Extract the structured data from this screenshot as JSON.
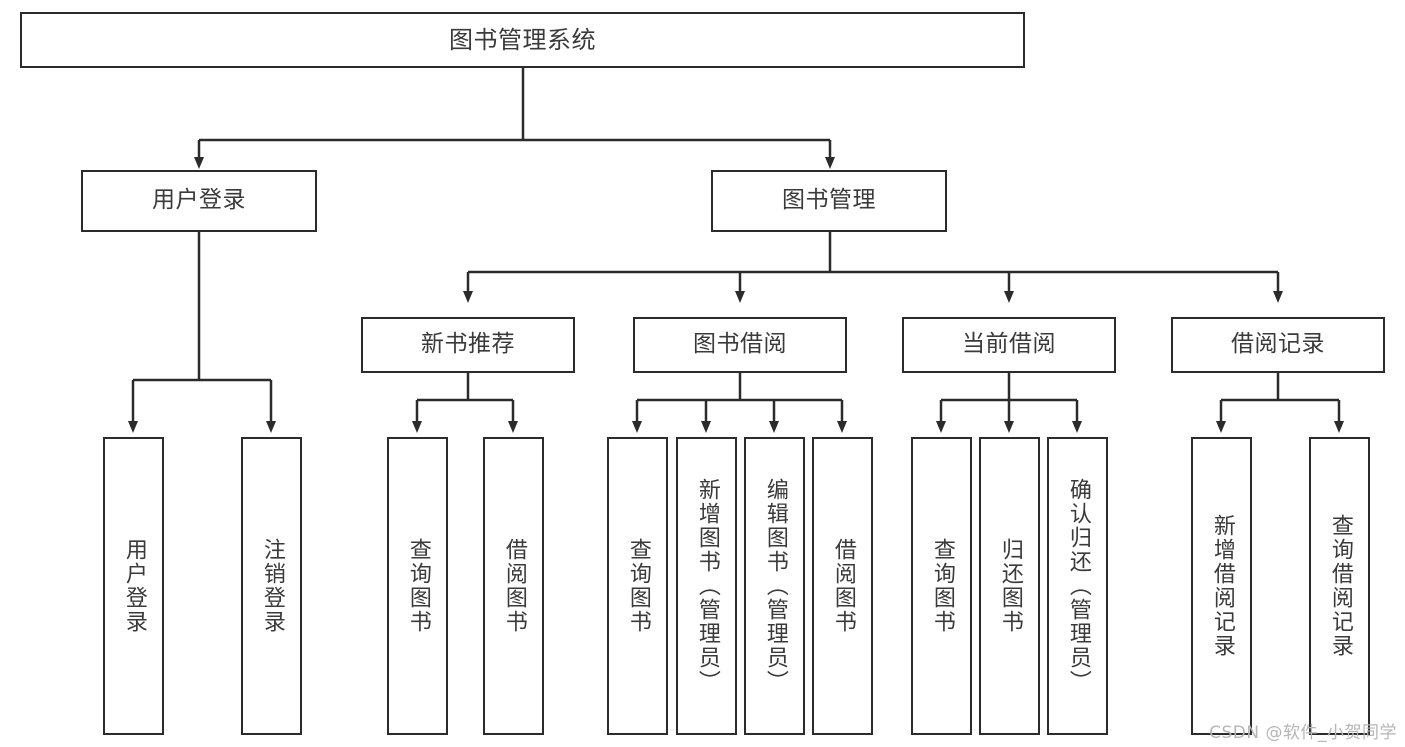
{
  "diagram": {
    "title": "图书管理系统",
    "type": "tree-hierarchy",
    "levels": {
      "root": {
        "label": "图书管理系统"
      },
      "level1": [
        {
          "label": "用户登录"
        },
        {
          "label": "图书管理"
        }
      ],
      "level2": [
        {
          "label": "新书推荐"
        },
        {
          "label": "图书借阅"
        },
        {
          "label": "当前借阅"
        },
        {
          "label": "借阅记录"
        }
      ],
      "leaves": {
        "user_login": [
          {
            "label": "用户登录"
          },
          {
            "label": "注销登录"
          }
        ],
        "new_book_recommend": [
          {
            "label": "查询图书"
          },
          {
            "label": "借阅图书"
          }
        ],
        "book_borrow": [
          {
            "label": "查询图书"
          },
          {
            "label": "新增图书（管理员）"
          },
          {
            "label": "编辑图书（管理员）"
          },
          {
            "label": "借阅图书"
          }
        ],
        "current_borrow": [
          {
            "label": "查询图书"
          },
          {
            "label": "归还图书"
          },
          {
            "label": "确认归还（管理员）"
          }
        ],
        "borrow_records": [
          {
            "label": "新增借阅记录"
          },
          {
            "label": "查询借阅记录"
          }
        ]
      }
    }
  },
  "watermark": {
    "text": "CSDN @软件_小贺同学"
  },
  "colors": {
    "border": "#2b2b2b",
    "text": "#3a3a3a",
    "background": "#ffffff",
    "watermark": "#b6b6b6"
  }
}
